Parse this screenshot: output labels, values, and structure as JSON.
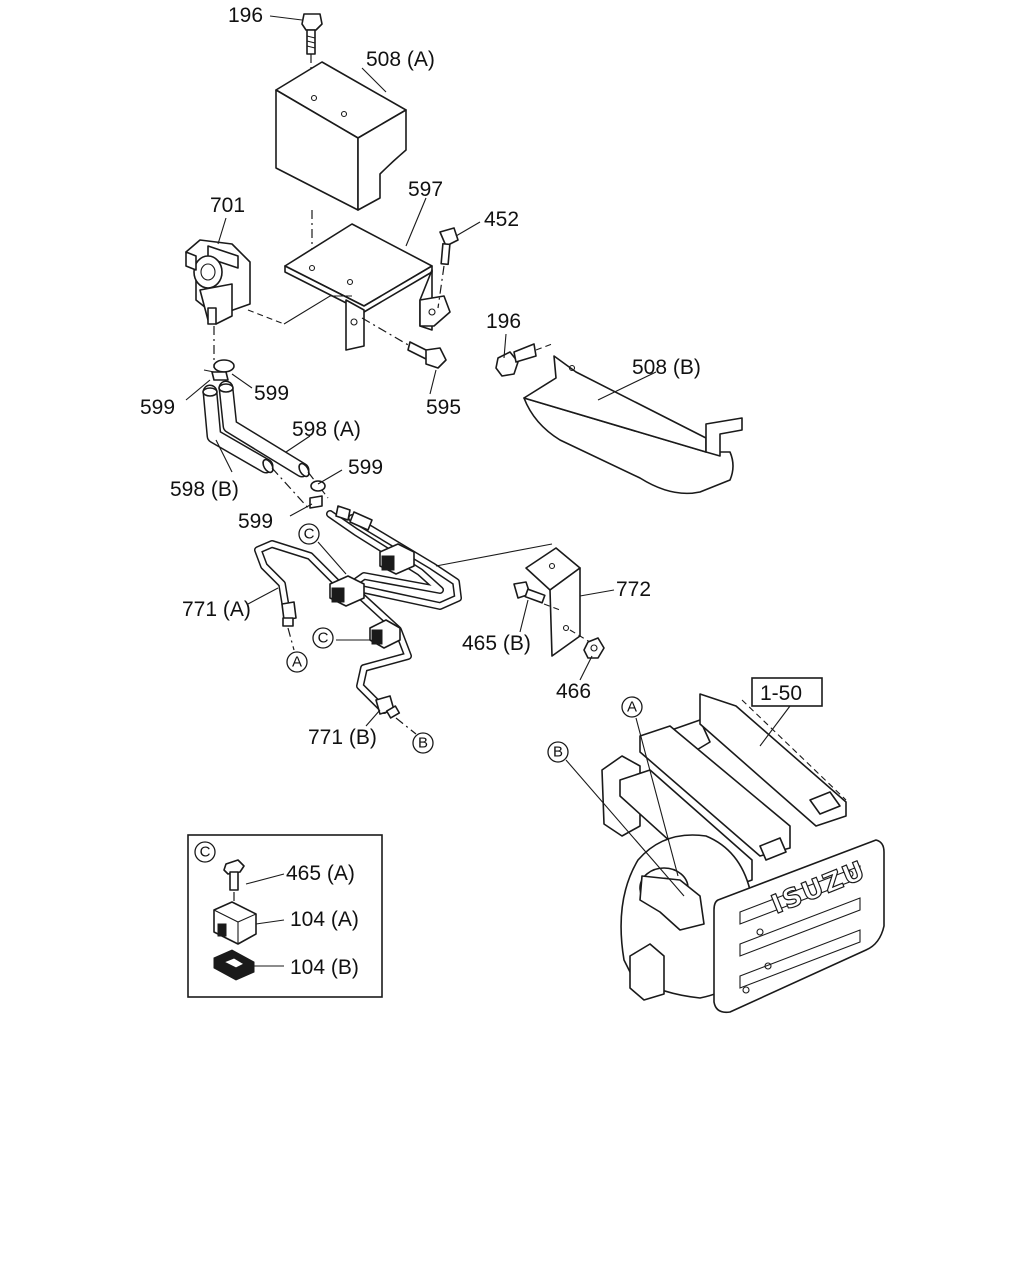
{
  "labels": {
    "p196_top": "196",
    "p508a": "508 (A)",
    "p701": "701",
    "p597": "597",
    "p452": "452",
    "p196_mid": "196",
    "p508b": "508 (B)",
    "p595": "595",
    "p599_a": "599",
    "p599_b": "599",
    "p598a": "598 (A)",
    "p598b": "598 (B)",
    "p599_c": "599",
    "p599_d": "599",
    "p772": "772",
    "p771a": "771 (A)",
    "p465b": "465 (B)",
    "p466": "466",
    "p771b": "771 (B)",
    "ref_1_50": "1-50"
  },
  "callouts": {
    "c_top": "C",
    "c_mid": "C",
    "a_pipe": "A",
    "b_pipe": "B",
    "a_engine": "A",
    "b_engine": "B"
  },
  "detail_c": {
    "title": "C",
    "p465a": "465 (A)",
    "p104a": "104 (A)",
    "p104b": "104 (B)"
  },
  "engine": {
    "brand": "ISUZU"
  }
}
